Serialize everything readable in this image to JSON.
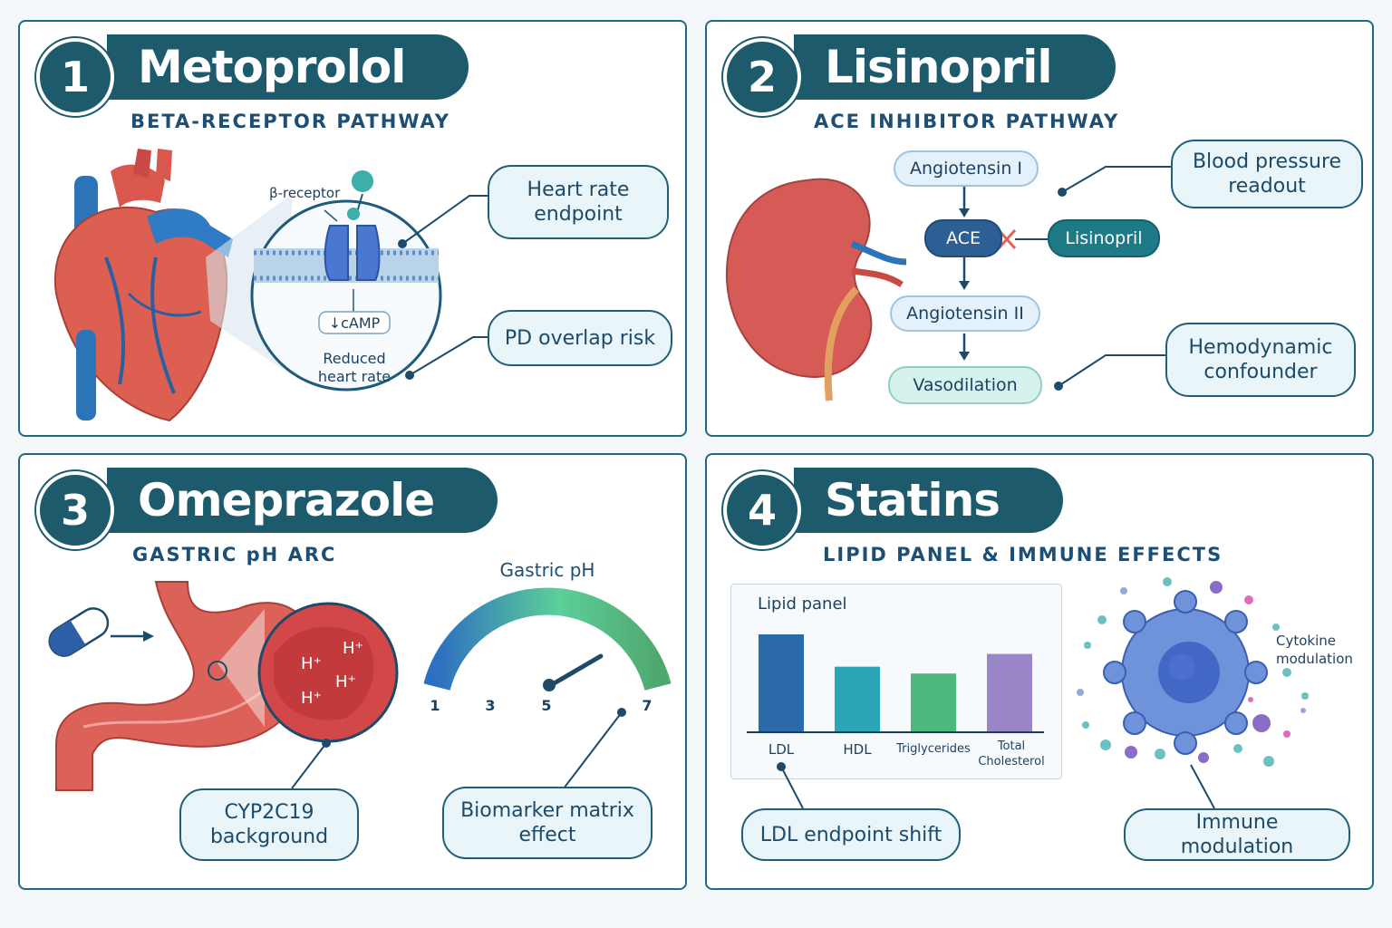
{
  "panels": [
    {
      "number": "1",
      "title": "Metoprolol",
      "subtitle": "BETA-RECEPTOR PATHWAY",
      "receptor_label": "β-receptor",
      "camp_label": "↓cAMP",
      "effect_label_1": "Reduced",
      "effect_label_2": "heart rate",
      "callouts": [
        "Heart rate endpoint",
        "PD overlap risk"
      ]
    },
    {
      "number": "2",
      "title": "Lisinopril",
      "subtitle": "ACE INHIBITOR PATHWAY",
      "pathway": [
        "Angiotensin I",
        "ACE",
        "Angiotensin II",
        "Vasodilation"
      ],
      "inhibitor": "Lisinopril",
      "callouts": [
        "Blood pressure readout",
        "Hemodynamic confounder"
      ]
    },
    {
      "number": "3",
      "title": "Omeprazole",
      "subtitle": "GASTRIC pH ARC",
      "ion_label": "H⁺",
      "gauge": {
        "title": "Gastric pH",
        "ticks": [
          "1",
          "3",
          "5",
          "7"
        ],
        "min": 1,
        "max": 7,
        "needle_value": 6
      },
      "callouts": [
        "CYP2C19 background",
        "Biomarker matrix effect"
      ]
    },
    {
      "number": "4",
      "title": "Statins",
      "subtitle": "LIPID PANEL & IMMUNE EFFECTS",
      "cytokine_label_1": "Cytokine",
      "cytokine_label_2": "modulation",
      "callouts": [
        "LDL endpoint shift",
        "Immune modulation"
      ]
    }
  ],
  "chart_data": {
    "type": "bar",
    "title": "Lipid panel",
    "categories": [
      "LDL",
      "HDL",
      "Triglycerides",
      "Total Cholesterol"
    ],
    "values": [
      100,
      67,
      60,
      80
    ],
    "colors": [
      "#2a6aa8",
      "#2aa6b8",
      "#4cb87c",
      "#9a85c9"
    ],
    "ylim": [
      0,
      100
    ],
    "note": "relative heights only; no y-axis shown"
  },
  "colors": {
    "header": "#1c5a6c",
    "border": "#1e6b80",
    "callout_fill": "#e9f5f8",
    "heart": "#d9574c",
    "vessel": "#2b74b8"
  }
}
